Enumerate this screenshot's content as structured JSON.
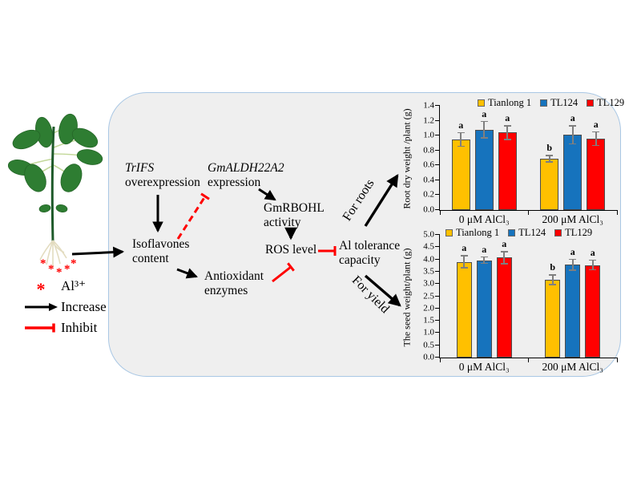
{
  "plant_legend": {
    "al_symbol": "*",
    "al_label": "Al³⁺",
    "increase_label": "Increase",
    "inhibit_label": "Inhibit"
  },
  "flow": {
    "trifs_gene": "TrIFS",
    "trifs_rest": "overexpression",
    "gmaldh_gene": "GmALDH22A2",
    "gmaldh_rest": "expression",
    "isoflavones_l1": "Isoflavones",
    "isoflavones_l2": "content",
    "antioxidant_l1": "Antioxidant",
    "antioxidant_l2": "enzymes",
    "gmrbohl_l1": "GmRBOHL",
    "gmrbohl_l2": "activity",
    "ros": "ROS level",
    "altol_l1": "Al tolerance",
    "altol_l2": "capacity",
    "for_roots": "For roots",
    "for_yield": "For yield"
  },
  "colors": {
    "panel_bg": "#efefef",
    "panel_border": "#a9c7e4",
    "tianlong": "#FFC000",
    "tl124": "#1673BD",
    "tl129": "#FF0000",
    "inhibit_red": "#FF0000",
    "arrow_black": "#000000"
  },
  "chart_data": [
    {
      "type": "bar",
      "title": "",
      "ylabel": "Root dry weight /plant  (g)",
      "xlabel": "",
      "categories": [
        "0 μM AlCl₃",
        "200 μM AlCl₃"
      ],
      "series": [
        {
          "name": "Tianlong 1",
          "color": "#FFC000",
          "values": [
            0.95,
            0.69
          ],
          "errors": [
            0.1,
            0.05
          ],
          "letters": [
            "a",
            "b"
          ]
        },
        {
          "name": "TL124",
          "color": "#1673BD",
          "values": [
            1.08,
            1.01
          ],
          "errors": [
            0.12,
            0.13
          ],
          "letters": [
            "a",
            "a"
          ]
        },
        {
          "name": "TL129",
          "color": "#FF0000",
          "values": [
            1.04,
            0.96
          ],
          "errors": [
            0.1,
            0.1
          ],
          "letters": [
            "a",
            "a"
          ]
        }
      ],
      "ylim": [
        0,
        1.4
      ],
      "ytick_step": 0.2,
      "ydecimals": 1,
      "grid": false,
      "legend_position": "top"
    },
    {
      "type": "bar",
      "title": "",
      "ylabel": "The seed weight/plant  (g)",
      "xlabel": "",
      "categories": [
        "0 μM AlCl₃",
        "200 μM AlCl₃"
      ],
      "series": [
        {
          "name": "Tianlong 1",
          "color": "#FFC000",
          "values": [
            3.9,
            3.17
          ],
          "errors": [
            0.27,
            0.22
          ],
          "letters": [
            "a",
            "b"
          ]
        },
        {
          "name": "TL124",
          "color": "#1673BD",
          "values": [
            3.97,
            3.78
          ],
          "errors": [
            0.15,
            0.25
          ],
          "letters": [
            "a",
            "a"
          ]
        },
        {
          "name": "TL129",
          "color": "#FF0000",
          "values": [
            4.07,
            3.77
          ],
          "errors": [
            0.27,
            0.22
          ],
          "letters": [
            "a",
            "a"
          ]
        }
      ],
      "ylim": [
        0,
        5.0
      ],
      "ytick_step": 0.5,
      "ydecimals": 1,
      "grid": false,
      "legend_position": "top"
    }
  ]
}
